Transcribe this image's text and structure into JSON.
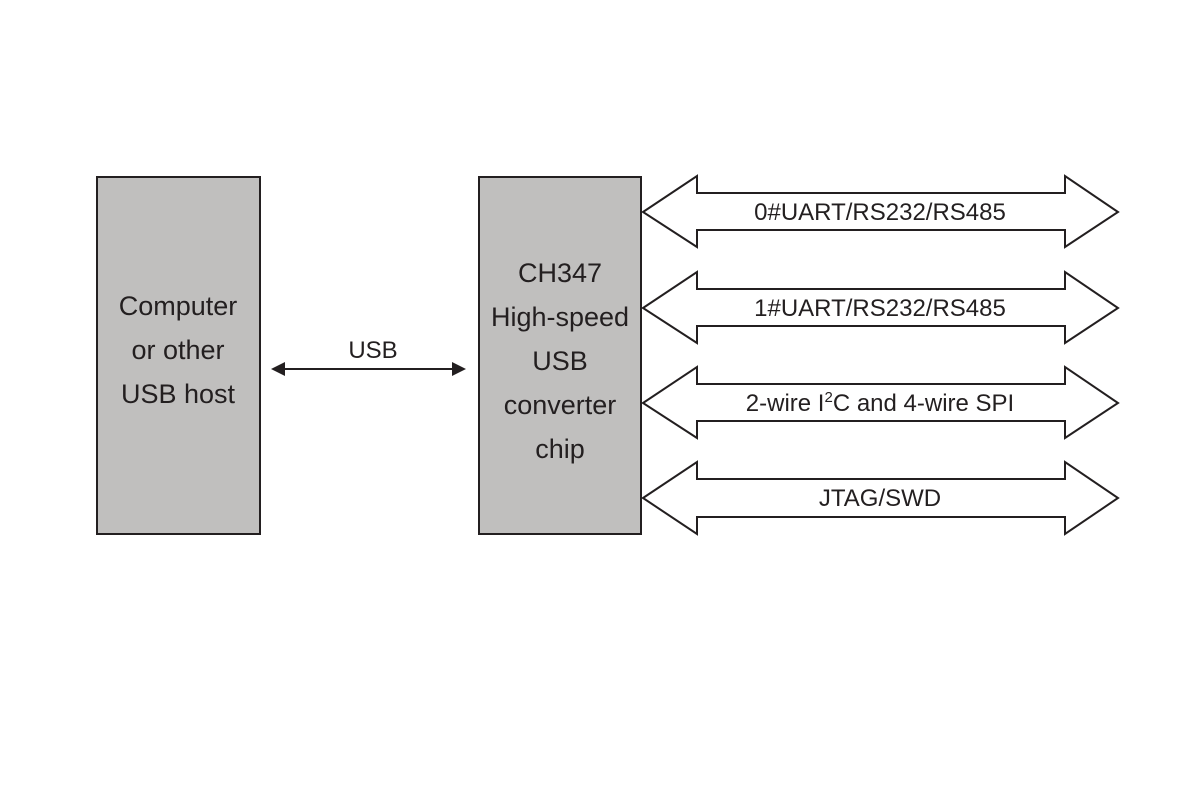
{
  "host_block": {
    "lines": [
      "Computer",
      "or other",
      "USB host"
    ]
  },
  "usb_link": {
    "label": "USB"
  },
  "chip_block": {
    "lines": [
      "CH347",
      "High-speed",
      "USB",
      "converter",
      "chip"
    ]
  },
  "interfaces": [
    {
      "label": "0#UART/RS232/RS485"
    },
    {
      "label": "1#UART/RS232/RS485"
    },
    {
      "label_prefix": "2-wire I",
      "label_sup": "2",
      "label_suffix": "C and 4-wire SPI"
    },
    {
      "label": "JTAG/SWD"
    }
  ],
  "colors": {
    "block_fill": "#c0bfbe",
    "stroke": "#231f20",
    "bus_fill": "#ffffff"
  }
}
